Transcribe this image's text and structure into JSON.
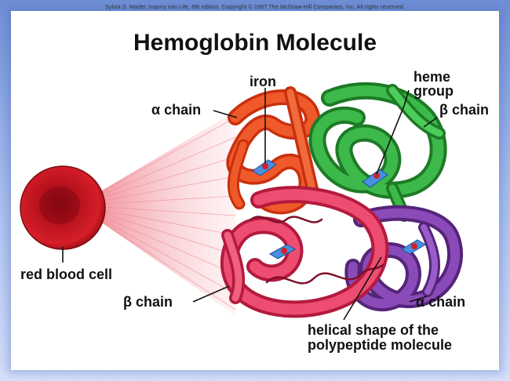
{
  "copyright": "Sylvia S. Mader, Inquiry into Life, 8th edition. Copyright © 1997 The McGraw-Hill Companies, Inc. All rights reserved.",
  "title": "Hemoglobin Molecule",
  "labels": {
    "iron": "iron",
    "heme_line1": "heme",
    "heme_line2": "group",
    "alpha_chain_top": "α chain",
    "beta_chain_top": "β chain",
    "red_blood_cell": "red blood cell",
    "beta_chain_bottom": "β chain",
    "alpha_chain_bottom": "α chain",
    "helical_line1": "helical shape of the",
    "helical_line2": "polypeptide molecule"
  },
  "colors": {
    "alpha_chain_top": "#e8441c",
    "beta_chain_top": "#2ea63a",
    "beta_chain_bottom": "#e2355a",
    "alpha_chain_bottom": "#7d3fa6",
    "red_blood_cell": "#c4141f",
    "heme": "#4a8fe0"
  }
}
